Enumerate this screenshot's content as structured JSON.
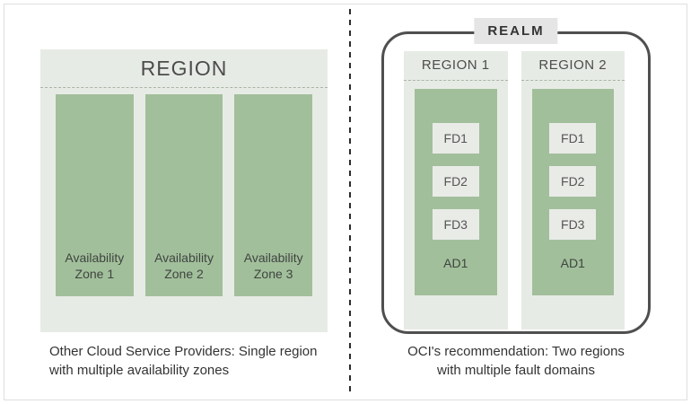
{
  "left": {
    "region_title": "REGION",
    "zones": [
      "Availability\nZone 1",
      "Availability\nZone 2",
      "Availability\nZone 3"
    ],
    "caption": "Other Cloud Service Providers: Single region\nwith multiple availability zones"
  },
  "right": {
    "realm_label": "REALM",
    "regions": [
      {
        "title": "REGION 1",
        "fault_domains": [
          "FD1",
          "FD2",
          "FD3"
        ],
        "availability_domain": "AD1"
      },
      {
        "title": "REGION 2",
        "fault_domains": [
          "FD1",
          "FD2",
          "FD3"
        ],
        "availability_domain": "AD1"
      }
    ],
    "caption": "OCI's recommendation: Two regions\nwith multiple fault domains"
  },
  "colors": {
    "green_fill": "#a2bf9b",
    "panel_fill": "#e7ebe5",
    "fd_fill": "#e9ebe7",
    "realm_border": "#4f4f4f",
    "realm_label_bg": "#e5e5e5",
    "dashed_line": "#a9b5a6",
    "text_dark": "#333333"
  }
}
